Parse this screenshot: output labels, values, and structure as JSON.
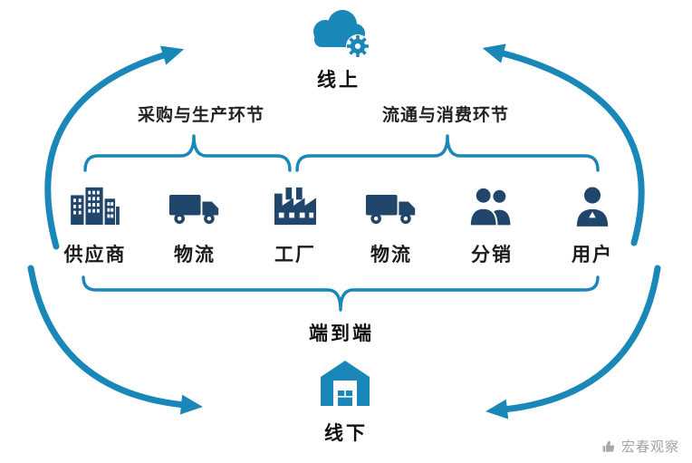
{
  "colors": {
    "teal": "#1987b8",
    "navy": "#21466c",
    "text": "#1b1b1b",
    "watermark_gray": "#a3a3a3"
  },
  "top": {
    "label": "线上"
  },
  "bottom": {
    "label": "线下"
  },
  "groups": {
    "left_brace_label": "采购与生产环节",
    "right_brace_label": "流通与消费环节",
    "bottom_brace_label": "端到端"
  },
  "nodes": [
    {
      "label": "供应商",
      "icon": "buildings-icon"
    },
    {
      "label": "物流",
      "icon": "truck-icon"
    },
    {
      "label": "工厂",
      "icon": "factory-icon"
    },
    {
      "label": "物流",
      "icon": "truck-icon"
    },
    {
      "label": "分销",
      "icon": "people-icon"
    },
    {
      "label": "用户",
      "icon": "user-icon"
    }
  ],
  "watermark": {
    "text": "宏春观察"
  }
}
